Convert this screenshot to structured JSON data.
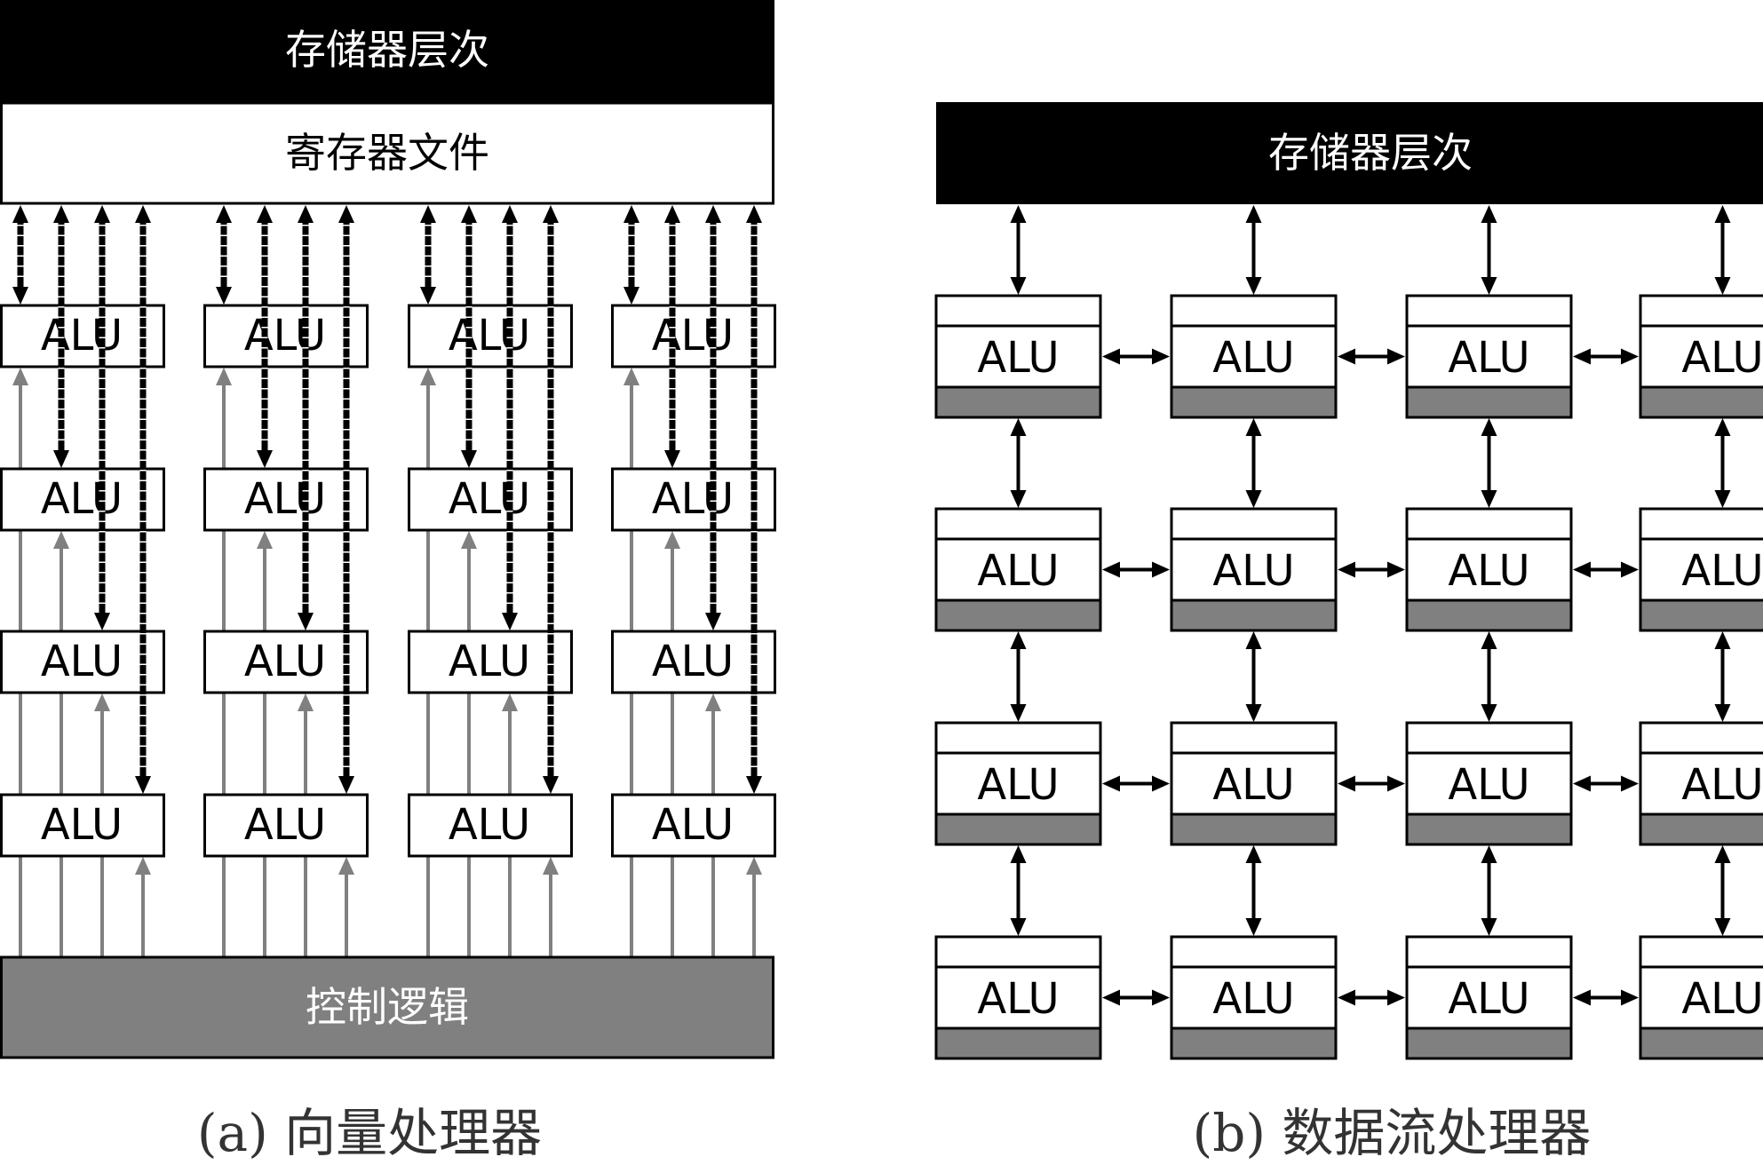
{
  "figure": {
    "panel_a": {
      "memory_label": "存储器层次",
      "register_file_label": "寄存器文件",
      "control_label": "控制逻辑",
      "alu_label": "ALU",
      "alu_groups": 4,
      "alu_rows": 4,
      "lanes_per_group": 4,
      "caption": "(a) 向量处理器"
    },
    "panel_b": {
      "memory_label": "存储器层次",
      "alu_label": "ALU",
      "grid_rows": 4,
      "grid_cols_visible": 4,
      "caption": "(b) 数据流处理器"
    },
    "colors": {
      "memory_fill": "#000000",
      "memory_text": "#ffffff",
      "register_fill": "#ffffff",
      "control_fill": "#808080",
      "control_text": "#ffffff",
      "alu_fill": "#ffffff",
      "pe_bottom_fill": "#808080",
      "data_line": "#000000",
      "control_line": "#808080",
      "caption_text": "#333333"
    }
  }
}
